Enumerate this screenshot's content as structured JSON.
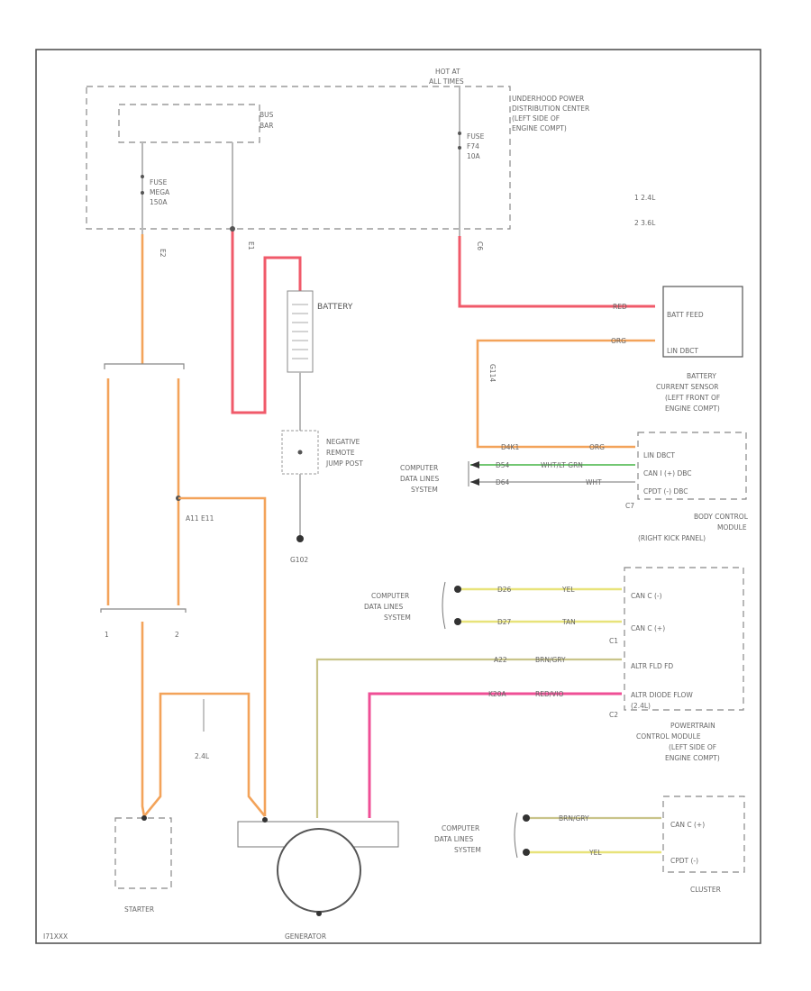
{
  "legend": {
    "item1": "1  2.4L",
    "item2": "2  3.6L"
  },
  "pdc": {
    "hot_label_1": "HOT AT",
    "hot_label_2": "ALL TIMES",
    "title_1": "UNDERHOOD POWER",
    "title_2": "DISTRIBUTION CENTER",
    "title_3": "(LEFT SIDE OF",
    "title_4": "ENGINE COMPT)",
    "busbar_1": "BUS",
    "busbar_2": "BAR",
    "fuse_left_1": "FUSE",
    "fuse_left_2": "MEGA",
    "fuse_left_3": "150A",
    "fuse_right_1": "FUSE",
    "fuse_right_2": "F74",
    "fuse_right_3": "10A",
    "pin_left": "E2",
    "pin_mid": "E1",
    "pin_right": "C6"
  },
  "battery": {
    "label": "BATTERY"
  },
  "neg_post": {
    "line1": "NEGATIVE",
    "line2": "REMOTE",
    "line3": "JUMP POST"
  },
  "ground": {
    "label": "G102"
  },
  "splice": {
    "label": "A11 E11"
  },
  "battery_sensor": {
    "pin1": "BATT FEED",
    "pin2": "LIN DBCT",
    "title_1": "BATTERY",
    "title_2": "CURRENT SENSOR",
    "title_3": "(LEFT FRONT OF",
    "title_4": "ENGINE COMPT)",
    "wire_red": "RED",
    "wire_org": "ORG",
    "wire_vert": "G114"
  },
  "bcm": {
    "pin1": "LIN DBCT",
    "pin2": "CAN I (+) DBC",
    "pin3": "CPDT (-) DBC",
    "conn": "C7",
    "title_1": "BODY CONTROL",
    "title_2": "MODULE",
    "title_3": "(RIGHT KICK PANEL)",
    "w1_code": "D4K1",
    "w1_color": "ORG",
    "w2_code": "D54",
    "w2_color": "WHT/LT GRN",
    "w3_code": "D64",
    "w3_color": "WHT"
  },
  "data_lines_1": {
    "l1": "COMPUTER",
    "l2": "DATA LINES",
    "l3": "SYSTEM"
  },
  "data_lines_2": {
    "l1": "COMPUTER",
    "l2": "DATA LINES",
    "l3": "SYSTEM"
  },
  "data_lines_3": {
    "l1": "COMPUTER",
    "l2": "DATA LINES",
    "l3": "SYSTEM"
  },
  "pcm": {
    "pin1": "CAN C (-)",
    "pin2": "CAN C (+)",
    "pin3": "ALTR FLD FD",
    "pin4_1": "ALTR DIODE FLOW",
    "pin4_2": "(2.4L)",
    "conn1": "C1",
    "conn2": "C2",
    "title_1": "POWERTRAIN",
    "title_2": "CONTROL MODULE",
    "title_3": "(LEFT SIDE OF",
    "title_4": "ENGINE COMPT)",
    "w1_code": "D26",
    "w1_color": "YEL",
    "w2_code": "D27",
    "w2_color": "TAN",
    "w3_code": "A22",
    "w3_color": "BRN/GRY",
    "w4_code": "K20A",
    "w4_color": "RED/VIO"
  },
  "cluster": {
    "pin1": "CAN C (+)",
    "pin2": "CPDT (-)",
    "title": "CLUSTER",
    "w1_color": "BRN/GRY",
    "w2_color": "YEL"
  },
  "starter": {
    "label": "STARTER"
  },
  "generator": {
    "label": "GENERATOR"
  },
  "engine_note": {
    "label": "2.4L"
  },
  "pins_bottom": {
    "p1": "1",
    "p2": "2"
  },
  "footer": {
    "code": "I71XXX"
  }
}
